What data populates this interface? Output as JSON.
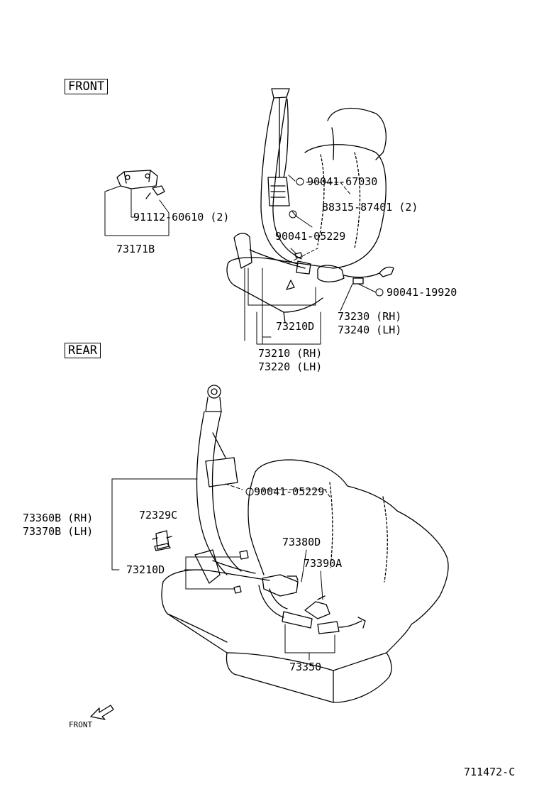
{
  "front_section": {
    "title": "FRONT",
    "retainer_bolt": "91112-60610 (2)",
    "retainer": "73171B",
    "bolt_upper": "90041-67030",
    "anchor_nut": "88315-87401 (2)",
    "bolt_lower": "90041-05229",
    "buckle_bolt": "90041-19920",
    "buckle_rh": "73230 (RH)",
    "buckle_lh": "73240 (LH)",
    "cover": "73210D",
    "belt_rh": "73210 (RH)",
    "belt_lh": "73220 (LH)"
  },
  "rear_section": {
    "title": "REAR",
    "bolt": "90041-05229",
    "belt_rh": "73360B (RH)",
    "belt_lh": "73370B (LH)",
    "clip": "72329C",
    "cover": "73210D",
    "cover_center": "73380D",
    "cover_buckle": "73390A",
    "buckle": "73350"
  },
  "front_arrow_label": "FRONT",
  "drawing_number": "711472-C"
}
